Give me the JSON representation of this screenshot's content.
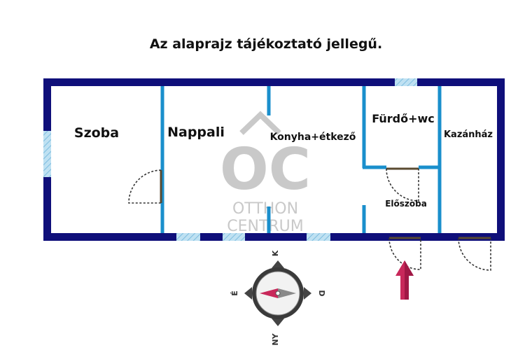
{
  "title": "Az alaprajz tájékoztató jellegű.",
  "rooms": {
    "szoba": "Szoba",
    "nappali": "Nappali",
    "konyha": "Konyha+étkező",
    "furdo": "Fürdő+wc",
    "kazanhaz": "Kazánház",
    "eloszoba": "Előszoba"
  },
  "watermark": {
    "monogram": "OC",
    "line1": "OTTHON",
    "line2": "CENTRUM"
  },
  "compass": {
    "north": "K",
    "south": "NY",
    "east": "D",
    "west": "É"
  },
  "colors": {
    "outer_wall": "#0f0f7a",
    "inner_wall": "#1a8fcc",
    "window": "#9ecfe8",
    "door_arc": "#333333",
    "entrance_arrow": "#c8285a",
    "watermark": "#c9c9c9"
  }
}
